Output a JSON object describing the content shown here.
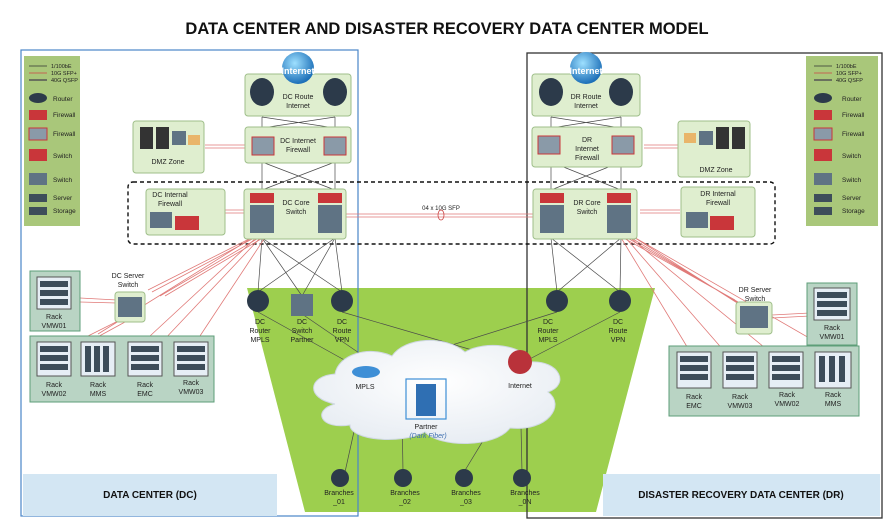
{
  "title": "DATA CENTER AND DISASTER RECOVERY DATA CENTER MODEL",
  "legend": {
    "lines": [
      "1/100bE",
      "10G SFP+",
      "40G QSFP"
    ],
    "items": [
      "Router",
      "Firewall",
      "Firewall",
      "Switch",
      "Switch",
      "Server",
      "Storage"
    ]
  },
  "dc": {
    "internet": "Internet",
    "route_internet": [
      "DC Route",
      "Internet"
    ],
    "internet_firewall": [
      "DC Internet",
      "Firewall"
    ],
    "dmz_zone": "DMZ Zone",
    "internal_firewall": [
      "DC Internal",
      "Firewall"
    ],
    "core_switch": [
      "DC Core",
      "Switch"
    ],
    "server_switch": [
      "DC Server",
      "Switch"
    ],
    "racks": [
      [
        "Rack",
        "VMW01"
      ],
      [
        "Rack",
        "VMW02"
      ],
      [
        "Rack",
        "MMS"
      ],
      [
        "Rack",
        "EMC"
      ],
      [
        "Rack",
        "VMW03"
      ]
    ],
    "router_mpls": [
      "DC",
      "Router",
      "MPLS"
    ],
    "switch_partner": [
      "DC",
      "Switch",
      "Partner"
    ],
    "route_vpn": [
      "DC",
      "Route",
      "VPN"
    ],
    "footer": "DATA CENTER (DC)"
  },
  "dr": {
    "internet": "Internet",
    "route_internet": [
      "DR Route",
      "Internet"
    ],
    "internet_firewall": [
      "DR",
      "Internet",
      "Firewall"
    ],
    "dmz_zone": "DMZ Zone",
    "internal_firewall": [
      "DR Internal",
      "Firewall"
    ],
    "core_switch": [
      "DR Core",
      "Switch"
    ],
    "server_switch": [
      "DR Server",
      "Switch"
    ],
    "racks": [
      [
        "Rack",
        "VMW01"
      ],
      [
        "Rack",
        "EMC"
      ],
      [
        "Rack",
        "VMW03"
      ],
      [
        "Rack",
        "VMW02"
      ],
      [
        "Rack",
        "MMS"
      ]
    ],
    "router_mpls": [
      "DC",
      "Router",
      "MPLS"
    ],
    "route_vpn": [
      "DC",
      "Route",
      "VPN"
    ],
    "footer": "DISASTER RECOVERY DATA CENTER (DR)"
  },
  "interlink": "04 x 10G SFP",
  "wan": {
    "mpls": "MPLS",
    "internet": "Internet",
    "partner": [
      "Partner",
      "(Dark Fiber)"
    ],
    "branches": [
      [
        "Branches",
        "_01"
      ],
      [
        "Branches",
        "_02"
      ],
      [
        "Branches",
        "_03"
      ],
      [
        "Branches",
        "_0N"
      ]
    ]
  },
  "colors": {
    "legend_bg": "#a9c77a",
    "zone_bg": "#dfeecf",
    "rack_bg": "#b9d4c4",
    "wan_bg": "#9dcf4e",
    "footer_bg": "#d3e6f3",
    "link_red": "#e07a78",
    "router": "#2c3a4a",
    "firewall": "#c9363a"
  }
}
